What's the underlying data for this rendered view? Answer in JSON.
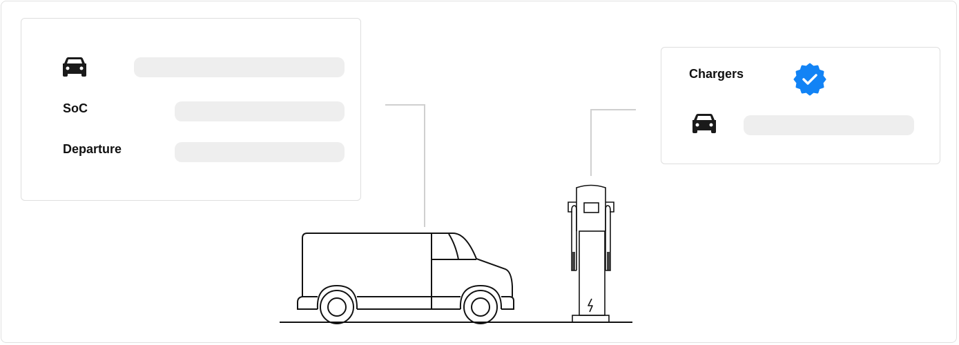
{
  "vehicle_card": {
    "icon": "car-icon",
    "fields": [
      {
        "label": "SoC"
      },
      {
        "label": "Departure"
      }
    ]
  },
  "charger_card": {
    "title": "Chargers",
    "status_icon": "verified-check-badge-icon",
    "status_color": "#1283f5",
    "icon": "car-icon"
  },
  "illustration": {
    "vehicle": "van",
    "charger": "ev-charging-station",
    "charger_symbol": "lightning-bolt"
  },
  "colors": {
    "placeholder_bar": "#eeeeee",
    "border": "#dedede",
    "connector": "#cfcfcf",
    "text": "#111111"
  }
}
